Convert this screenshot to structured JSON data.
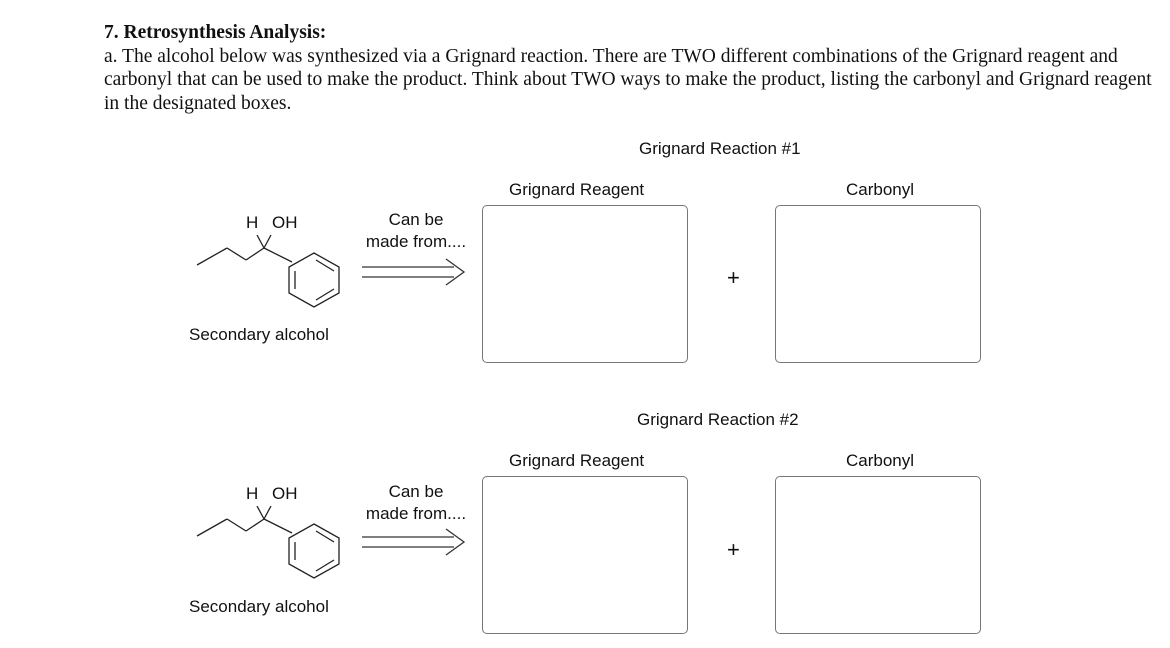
{
  "question": {
    "title": "7. Retrosynthesis Analysis:",
    "body": "a. The alcohol below was synthesized via a Grignard reaction.  There are TWO different combinations of the Grignard reagent and carbonyl that can be used to make the product.  Think about TWO ways to make the product, listing the carbonyl and Grignard reagent in the designated boxes."
  },
  "reactions": [
    {
      "title": "Grignard Reaction #1",
      "grignard_label": "Grignard Reagent",
      "carbonyl_label": "Carbonyl",
      "plus": "+",
      "arrow_line1": "Can be",
      "arrow_line2": "made from....",
      "molecule": {
        "h_label": "H",
        "oh_label": "OH",
        "name": "Secondary alcohol"
      }
    },
    {
      "title": "Grignard Reaction #2",
      "grignard_label": "Grignard Reagent",
      "carbonyl_label": "Carbonyl",
      "plus": "+",
      "arrow_line1": "Can be",
      "arrow_line2": "made from....",
      "molecule": {
        "h_label": "H",
        "oh_label": "OH",
        "name": "Secondary alcohol"
      }
    }
  ]
}
